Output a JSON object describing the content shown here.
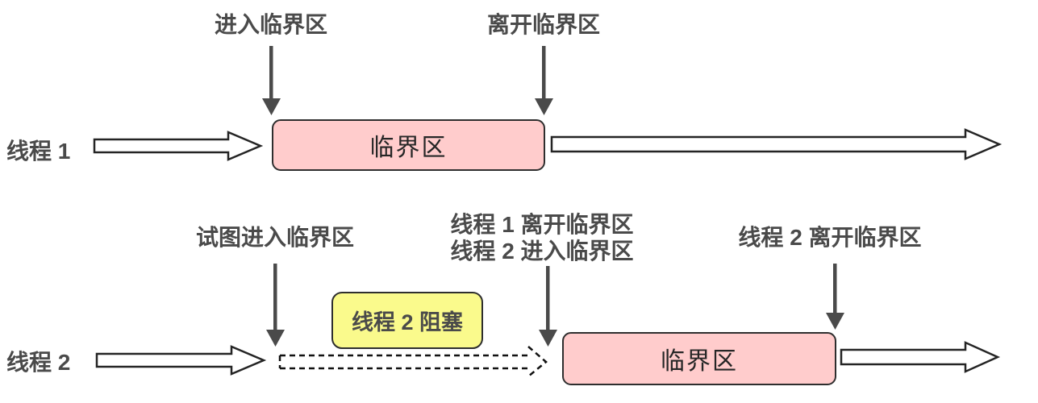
{
  "diagram": {
    "colors": {
      "pink_fill": "#ffcccc",
      "yellow_fill": "#fafa8c",
      "line_gray": "#4a4a4a",
      "outline_black": "#242424"
    },
    "thread1": {
      "label": "线程 1",
      "enter_label": "进入临界区",
      "leave_label": "离开临界区",
      "critical_section_label": "临界区"
    },
    "thread2": {
      "label": "线程 2",
      "attempt_label": "试图进入临界区",
      "handoff_line1": "线程 1 离开临界区",
      "handoff_line2": "线程 2 进入临界区",
      "leave_label": "线程 2 离开临界区",
      "blocked_label": "线程 2 阻塞",
      "critical_section_label": "临界区"
    }
  }
}
